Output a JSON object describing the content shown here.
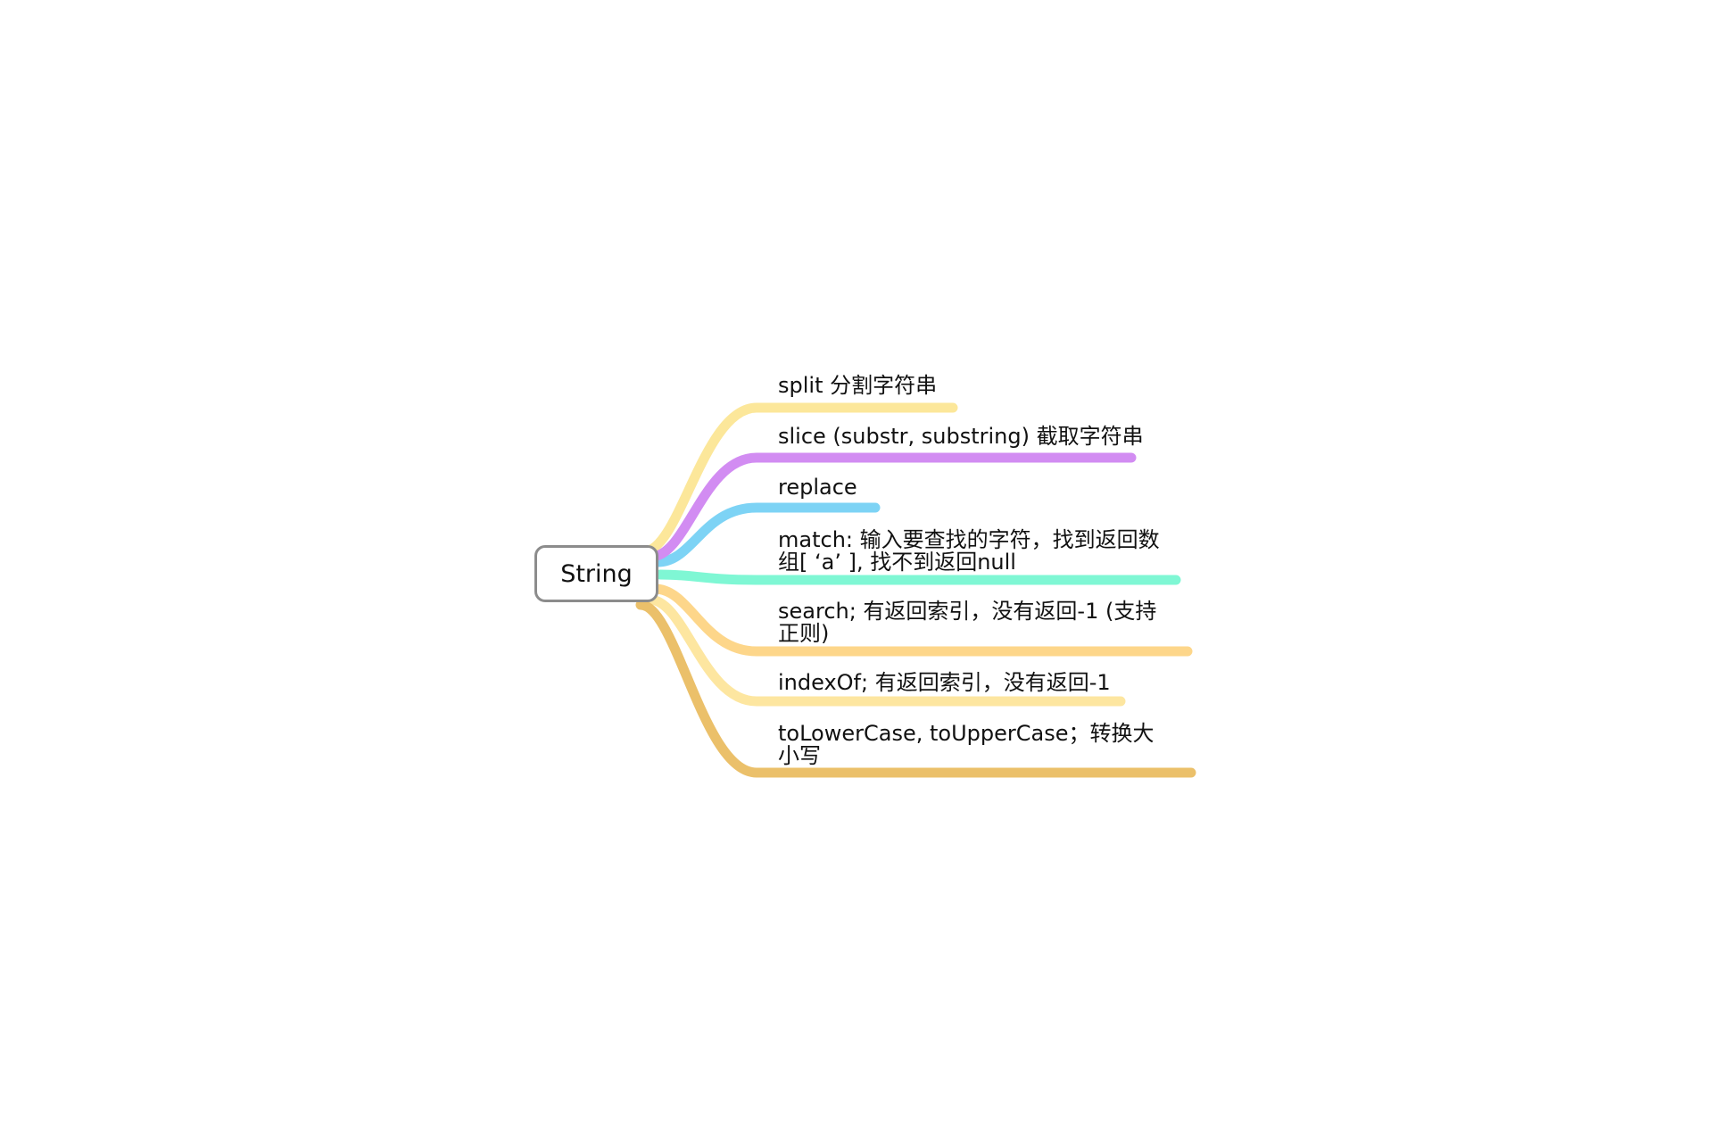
{
  "root": {
    "label": "String"
  },
  "branches": [
    {
      "label": "split  分割字符串",
      "color": "#fce79a"
    },
    {
      "label": "slice (substr, substring) 截取字符串",
      "color": "#d28cf2"
    },
    {
      "label": "replace",
      "color": "#7dd3f5"
    },
    {
      "label": "match: 输入要查找的字符，找到返回数组[ ‘a’ ], 找不到返回null",
      "color": "#7ff7d4"
    },
    {
      "label": "search; 有返回索引，没有返回-1 (支持正则)",
      "color": "#fdd68a"
    },
    {
      "label": "indexOf; 有返回索引，没有返回-1",
      "color": "#fde6a0"
    },
    {
      "label": "toLowerCase, toUpperCase；转换大小写",
      "color": "#ebc06a"
    }
  ]
}
